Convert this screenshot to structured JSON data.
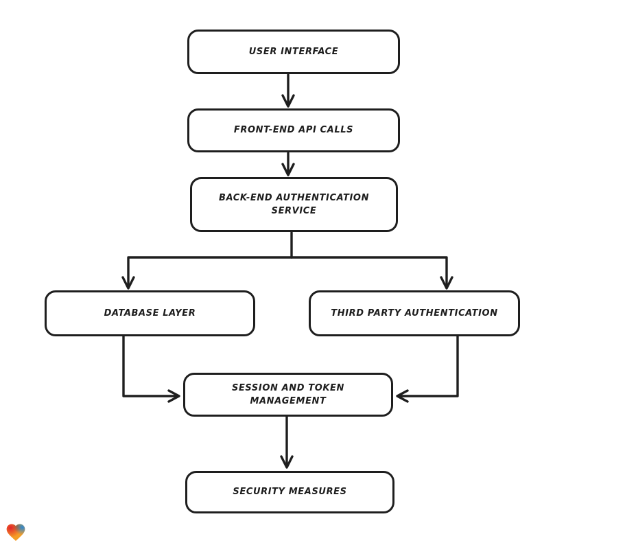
{
  "diagram": {
    "type": "flowchart",
    "theme": {
      "stroke_color": "#1e1e1e",
      "node_fill": "#ffffff",
      "background": "#ffffff"
    },
    "nodes": [
      {
        "id": "user-interface",
        "label": "USER INTERFACE"
      },
      {
        "id": "front-end-api-calls",
        "label": "FRONT-END API CALLS"
      },
      {
        "id": "back-end-auth-service",
        "label": "BACK-END AUTHENTICATION\nSERVICE"
      },
      {
        "id": "database-layer",
        "label": "DATABASE LAYER"
      },
      {
        "id": "third-party-auth",
        "label": "THIRD PARTY AUTHENTICATION"
      },
      {
        "id": "session-token-management",
        "label": "SESSION AND TOKEN\nMANAGEMENT"
      },
      {
        "id": "security-measures",
        "label": "SECURITY MEASURES"
      }
    ],
    "edges": [
      {
        "from": "user-interface",
        "to": "front-end-api-calls"
      },
      {
        "from": "front-end-api-calls",
        "to": "back-end-auth-service"
      },
      {
        "from": "back-end-auth-service",
        "to": "database-layer"
      },
      {
        "from": "back-end-auth-service",
        "to": "third-party-auth"
      },
      {
        "from": "database-layer",
        "to": "session-token-management"
      },
      {
        "from": "third-party-auth",
        "to": "session-token-management"
      },
      {
        "from": "session-token-management",
        "to": "security-measures"
      }
    ]
  },
  "logo": {
    "name": "gradient-heart-logo",
    "colors": {
      "red": "#E3242B",
      "green": "#43A047",
      "blue": "#2E86D1",
      "orange": "#F49D26"
    }
  }
}
